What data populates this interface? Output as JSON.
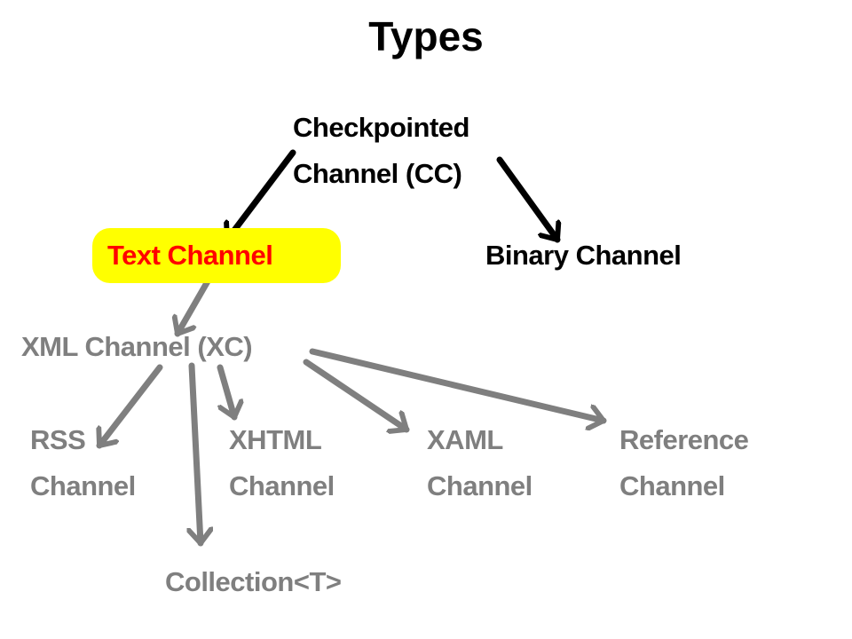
{
  "title": "Types",
  "nodes": {
    "checkpointed": {
      "line1": "Checkpointed",
      "line2": "Channel (CC)"
    },
    "text_channel": "Text Channel",
    "binary_channel": "Binary Channel",
    "xml_channel": "XML Channel (XC)",
    "rss": {
      "line1": "RSS",
      "line2": "Channel"
    },
    "xhtml": {
      "line1": "XHTML",
      "line2": "Channel"
    },
    "xaml": {
      "line1": "XAML",
      "line2": "Channel"
    },
    "reference": {
      "line1": "Reference",
      "line2": "Channel"
    },
    "collection": "Collection<T>"
  },
  "colors": {
    "primary": "#000000",
    "secondary": "#7f7f7f",
    "highlight": "#ffff00",
    "highlight_text": "#ff0000"
  }
}
